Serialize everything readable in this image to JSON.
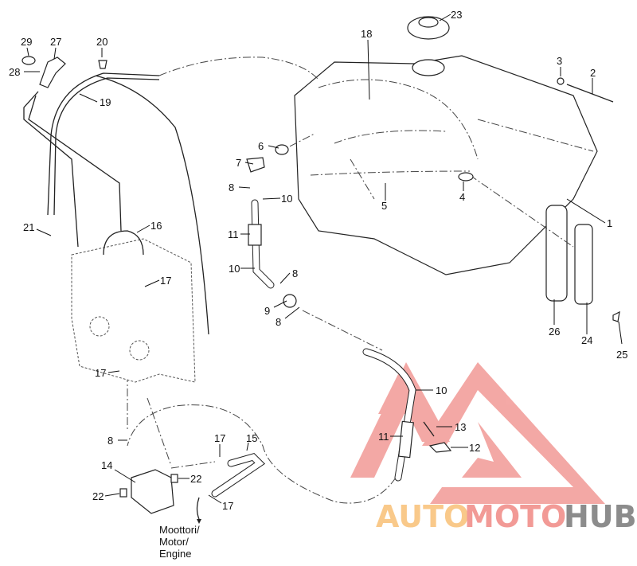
{
  "diagram": {
    "callouts": [
      "23",
      "18",
      "3",
      "2",
      "6",
      "7",
      "8",
      "10",
      "4",
      "5",
      "1",
      "11",
      "10",
      "8",
      "9",
      "8",
      "26",
      "24",
      "25",
      "29",
      "27",
      "28",
      "20",
      "19",
      "21",
      "16",
      "17",
      "17",
      "10",
      "13",
      "11",
      "12",
      "8",
      "17",
      "15",
      "14",
      "22",
      "22",
      "17"
    ],
    "engine_label": [
      "Moottori/",
      "Motor/",
      "Engine"
    ]
  },
  "watermark": {
    "part1": "AUTO",
    "part2": "MOTO",
    "part3": "HUB",
    "colors": {
      "auto": "#f9c98a",
      "moto": "#f29a96",
      "hub": "#8c8c8c",
      "logo": "#f29a96"
    }
  }
}
